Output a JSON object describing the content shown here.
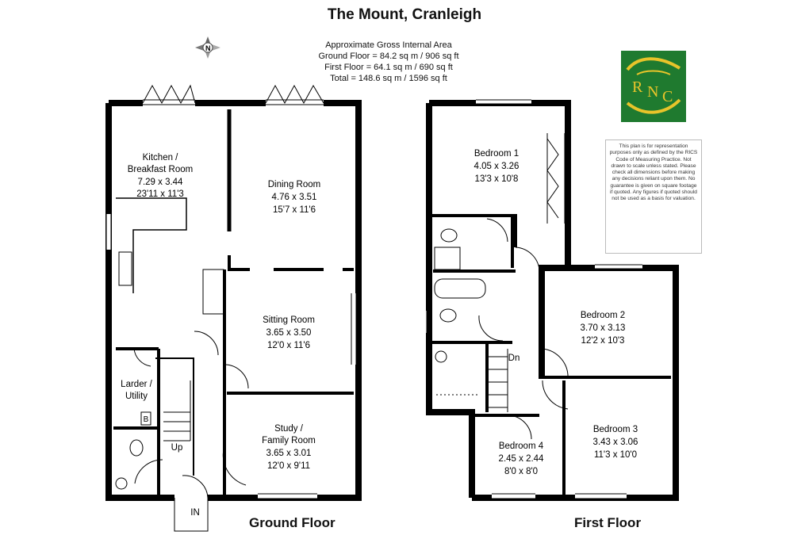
{
  "title": "The Mount, Cranleigh",
  "area": {
    "heading": "Approximate Gross Internal Area",
    "ground": "Ground Floor = 84.2 sq m / 906 sq ft",
    "first": "First Floor = 64.1 sq m / 690 sq ft",
    "total": "Total = 148.6 sq m / 1596 sq ft"
  },
  "logo": {
    "text": "RNC"
  },
  "disclaimer": "This plan is for representation purposes only as defined by the RICS Code of Measuring Practice. Not drawn to scale unless stated. Please check all dimensions before making any decisions reliant upon them. No guarantee is given on square footage if quoted. Any figures if quoted should not be used as a basis for valuation.",
  "ground_floor": {
    "label": "Ground Floor",
    "rooms": [
      {
        "name": "Kitchen /",
        "name2": "Breakfast Room",
        "metric": "7.29 x 3.44",
        "imperial": "23'11 x 11'3"
      },
      {
        "name": "Dining Room",
        "metric": "4.76 x 3.51",
        "imperial": "15'7 x 11'6"
      },
      {
        "name": "Sitting Room",
        "metric": "3.65 x 3.50",
        "imperial": "12'0 x 11'6"
      },
      {
        "name": "Study /",
        "name2": "Family Room",
        "metric": "3.65 x 3.01",
        "imperial": "12'0 x 9'11"
      },
      {
        "name": "Larder /",
        "name2": "Utility"
      }
    ],
    "marks": {
      "up": "Up",
      "in": "IN",
      "b": "B"
    }
  },
  "first_floor": {
    "label": "First Floor",
    "rooms": [
      {
        "name": "Bedroom 1",
        "metric": "4.05 x 3.26",
        "imperial": "13'3 x 10'8"
      },
      {
        "name": "Bedroom 2",
        "metric": "3.70 x 3.13",
        "imperial": "12'2 x 10'3"
      },
      {
        "name": "Bedroom 3",
        "metric": "3.43 x 3.06",
        "imperial": "11'3 x 10'0"
      },
      {
        "name": "Bedroom 4",
        "metric": "2.45 x 2.44",
        "imperial": "8'0 x 8'0"
      }
    ],
    "marks": {
      "dn": "Dn"
    }
  },
  "compass": {
    "letter": "N"
  },
  "colors": {
    "wall": "#000000",
    "logo_bg": "#1f7a2f",
    "logo_gold": "#e8c42a"
  }
}
